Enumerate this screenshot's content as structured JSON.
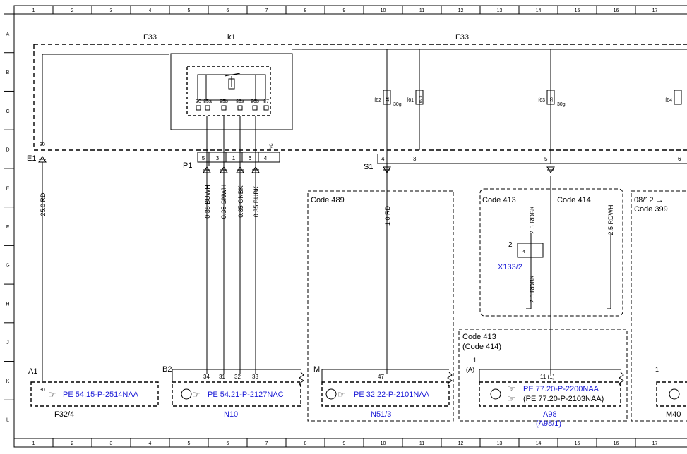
{
  "ruler": {
    "cols": [
      "1",
      "2",
      "3",
      "4",
      "5",
      "6",
      "7",
      "8",
      "9",
      "10",
      "11",
      "12",
      "13",
      "14",
      "15",
      "16",
      "17"
    ],
    "rows": [
      "A",
      "B",
      "C",
      "D",
      "E",
      "F",
      "G",
      "H",
      "J",
      "K",
      "L"
    ]
  },
  "top": {
    "f33_left": "F33",
    "k1": "k1",
    "f33_right": "F33"
  },
  "relay": {
    "pins": [
      "30",
      "85a",
      "85b",
      "86a",
      "86b",
      "87"
    ]
  },
  "fuses": [
    {
      "name": "f62",
      "amp": "15",
      "rating": "30g"
    },
    {
      "name": "f61",
      "amp": "R0 5",
      "rating": ""
    },
    {
      "name": "f63",
      "amp": "30",
      "rating": "30g"
    },
    {
      "name": "f64",
      "amp": "",
      "rating": ""
    }
  ],
  "connectors": {
    "e1": {
      "label": "E1",
      "pin": "30"
    },
    "p1": {
      "label": "P1",
      "pins": [
        "5",
        "3",
        "1",
        "6",
        "4"
      ],
      "nc": "NC"
    },
    "s1": {
      "label": "S1",
      "pins": [
        "4",
        "3",
        "5",
        "6"
      ]
    }
  },
  "wires": {
    "w1": "25.0 RD",
    "w2": "0.35 BUWH",
    "w3": "0.35 GNWH",
    "w4": "0.35 GNBK",
    "w5": "0.35 BUBK",
    "w6": "1.0 RD",
    "w7": "2.5 RDBK",
    "w8": "2.5 RDWH",
    "w9": "2.5 RDBK"
  },
  "codes": {
    "c489": "Code 489",
    "c413a": "Code 413",
    "c414": "Code 414",
    "c0812": "08/12 →",
    "c399": "Code 399",
    "c413b": "Code 413",
    "c414b": "(Code 414)"
  },
  "x133": {
    "label": "X133/2",
    "pin_a": "2",
    "pin_b": "4"
  },
  "components": {
    "f32": {
      "conn": "A1",
      "pin": "30",
      "ref": "PE 54.15-P-2514NAA",
      "name": "F32/4"
    },
    "n10": {
      "conn": "B2",
      "pins": [
        "34",
        "31",
        "32",
        "33"
      ],
      "ref": "PE 54.21-P-2127NAC",
      "name": "N10"
    },
    "n51": {
      "conn": "M",
      "pin": "47",
      "ref": "PE 32.22-P-2101NAA",
      "name": "N51/3"
    },
    "a98": {
      "pin_top": "1",
      "pin_top2": "(A)",
      "pin": "11 (1)",
      "ref1": "PE 77.20-P-2200NAA",
      "ref2": "(PE 77.20-P-2103NAA)",
      "name": "A98",
      "name2": "(A98/1)"
    },
    "m40": {
      "pin": "1",
      "name": "M40"
    }
  },
  "icons": {
    "pointing_hand": "pointing-hand-icon",
    "connector": "connector-symbol"
  }
}
